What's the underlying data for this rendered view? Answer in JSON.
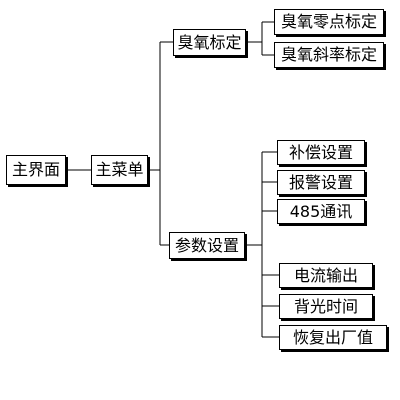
{
  "diagram": {
    "root": "主界面",
    "menu": "主菜单",
    "ozone_calibration": {
      "label": "臭氧标定",
      "children": [
        "臭氧零点标定",
        "臭氧斜率标定"
      ]
    },
    "parameter_settings": {
      "label": "参数设置",
      "children": [
        "补偿设置",
        "报警设置",
        "485通讯",
        "电流输出",
        "背光时间",
        "恢复出厂值"
      ]
    }
  }
}
